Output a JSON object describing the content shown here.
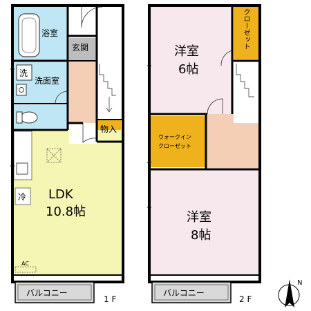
{
  "floor1": {
    "bath": "浴室",
    "entrance": "玄関",
    "wash_mark": "洗",
    "washroom": "洗面室",
    "storage": "物入",
    "ldk_name": "LDK",
    "ldk_size": "10.8帖",
    "fridge_mark": "冷",
    "ac_mark": "AC",
    "balcony": "バルコニー",
    "floor_label": "1 F"
  },
  "floor2": {
    "closet_top": "クローゼット",
    "room1_name": "洋室",
    "room1_size": "6帖",
    "walkin_line1": "ウォークイン",
    "walkin_line2": "クローゼット",
    "room2_name": "洋室",
    "room2_size": "8帖",
    "balcony": "バルコニー",
    "floor_label": "2 F"
  },
  "north_mark": "N",
  "colors": {
    "wall": "#000000",
    "ldk": "#f6f6b4",
    "room": "#f6e8ec",
    "hall": "#f5cfb5",
    "closet": "#f0b21c",
    "entrance": "#bdbdbd",
    "wet": "#bfe6f4",
    "balcony": "#d9d9d9"
  }
}
